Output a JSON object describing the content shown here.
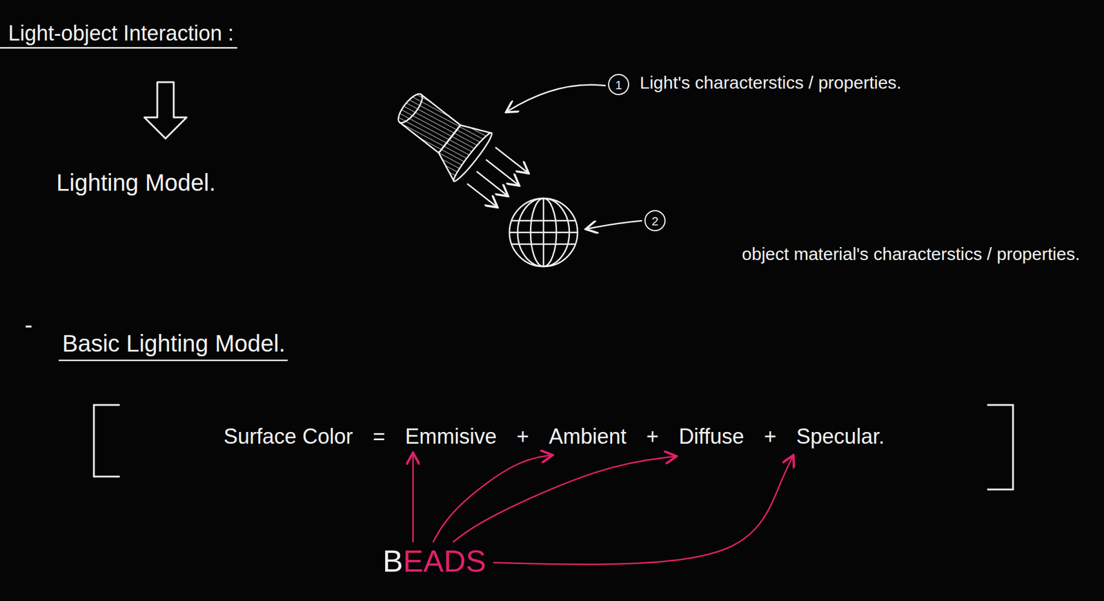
{
  "diagram": {
    "title": "Light-object Interaction :",
    "nodes": [
      {
        "text": [
          "1"
        ]
      },
      {
        "text": [
          "2"
        ]
      }
    ],
    "labels": [
      "Lighting Model.",
      "Light's characterstics / properties.",
      "object material's characterstics / properties.",
      "-",
      "Basic Lighting Model.",
      "Surface Color",
      "=",
      "Emmisive",
      "+",
      "Ambient",
      "+",
      "Diffuse",
      "+",
      "Specular.",
      "B",
      "EADS"
    ]
  }
}
